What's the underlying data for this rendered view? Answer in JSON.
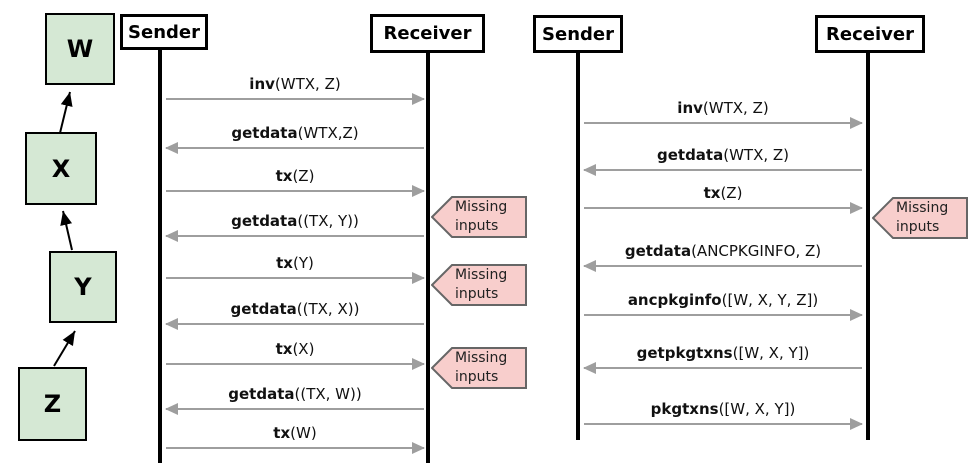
{
  "colors": {
    "node_fill": "#d5e8d4",
    "node_border": "#000000",
    "callout_fill": "#f8cecc",
    "callout_border": "#666666",
    "arrow_gray": "#9e9e9e",
    "lifeline_black": "#000000"
  },
  "dag": {
    "nodes": [
      {
        "label": "W"
      },
      {
        "label": "X"
      },
      {
        "label": "Y"
      },
      {
        "label": "Z"
      }
    ]
  },
  "diagram1": {
    "sender_label": "Sender",
    "receiver_label": "Receiver",
    "messages": [
      {
        "fn": "inv",
        "args": "(WTX, Z)",
        "dir": "right"
      },
      {
        "fn": "getdata",
        "args": "(WTX,Z)",
        "dir": "left"
      },
      {
        "fn": "tx",
        "args": "(Z)",
        "dir": "right"
      },
      {
        "fn": "getdata",
        "args": "((TX, Y))",
        "dir": "left"
      },
      {
        "fn": "tx",
        "args": "(Y)",
        "dir": "right"
      },
      {
        "fn": "getdata",
        "args": "((TX, X))",
        "dir": "left"
      },
      {
        "fn": "tx",
        "args": "(X)",
        "dir": "right"
      },
      {
        "fn": "getdata",
        "args": "((TX, W))",
        "dir": "left"
      },
      {
        "fn": "tx",
        "args": "(W)",
        "dir": "right"
      }
    ],
    "callouts": [
      {
        "text": "Missing inputs"
      },
      {
        "text": "Missing inputs"
      },
      {
        "text": "Missing inputs"
      }
    ]
  },
  "diagram2": {
    "sender_label": "Sender",
    "receiver_label": "Receiver",
    "messages": [
      {
        "fn": "inv",
        "args": "(WTX, Z)",
        "dir": "right"
      },
      {
        "fn": "getdata",
        "args": "(WTX, Z)",
        "dir": "left"
      },
      {
        "fn": "tx",
        "args": "(Z)",
        "dir": "right"
      },
      {
        "fn": "getdata",
        "args": "(ANCPKGINFO, Z)",
        "dir": "left"
      },
      {
        "fn": "ancpkginfo",
        "args": "([W, X, Y, Z])",
        "dir": "right"
      },
      {
        "fn": "getpkgtxns",
        "args": "([W, X, Y])",
        "dir": "left"
      },
      {
        "fn": "pkgtxns",
        "args": "([W, X, Y])",
        "dir": "right"
      }
    ],
    "callouts": [
      {
        "text": "Missing inputs"
      }
    ]
  }
}
